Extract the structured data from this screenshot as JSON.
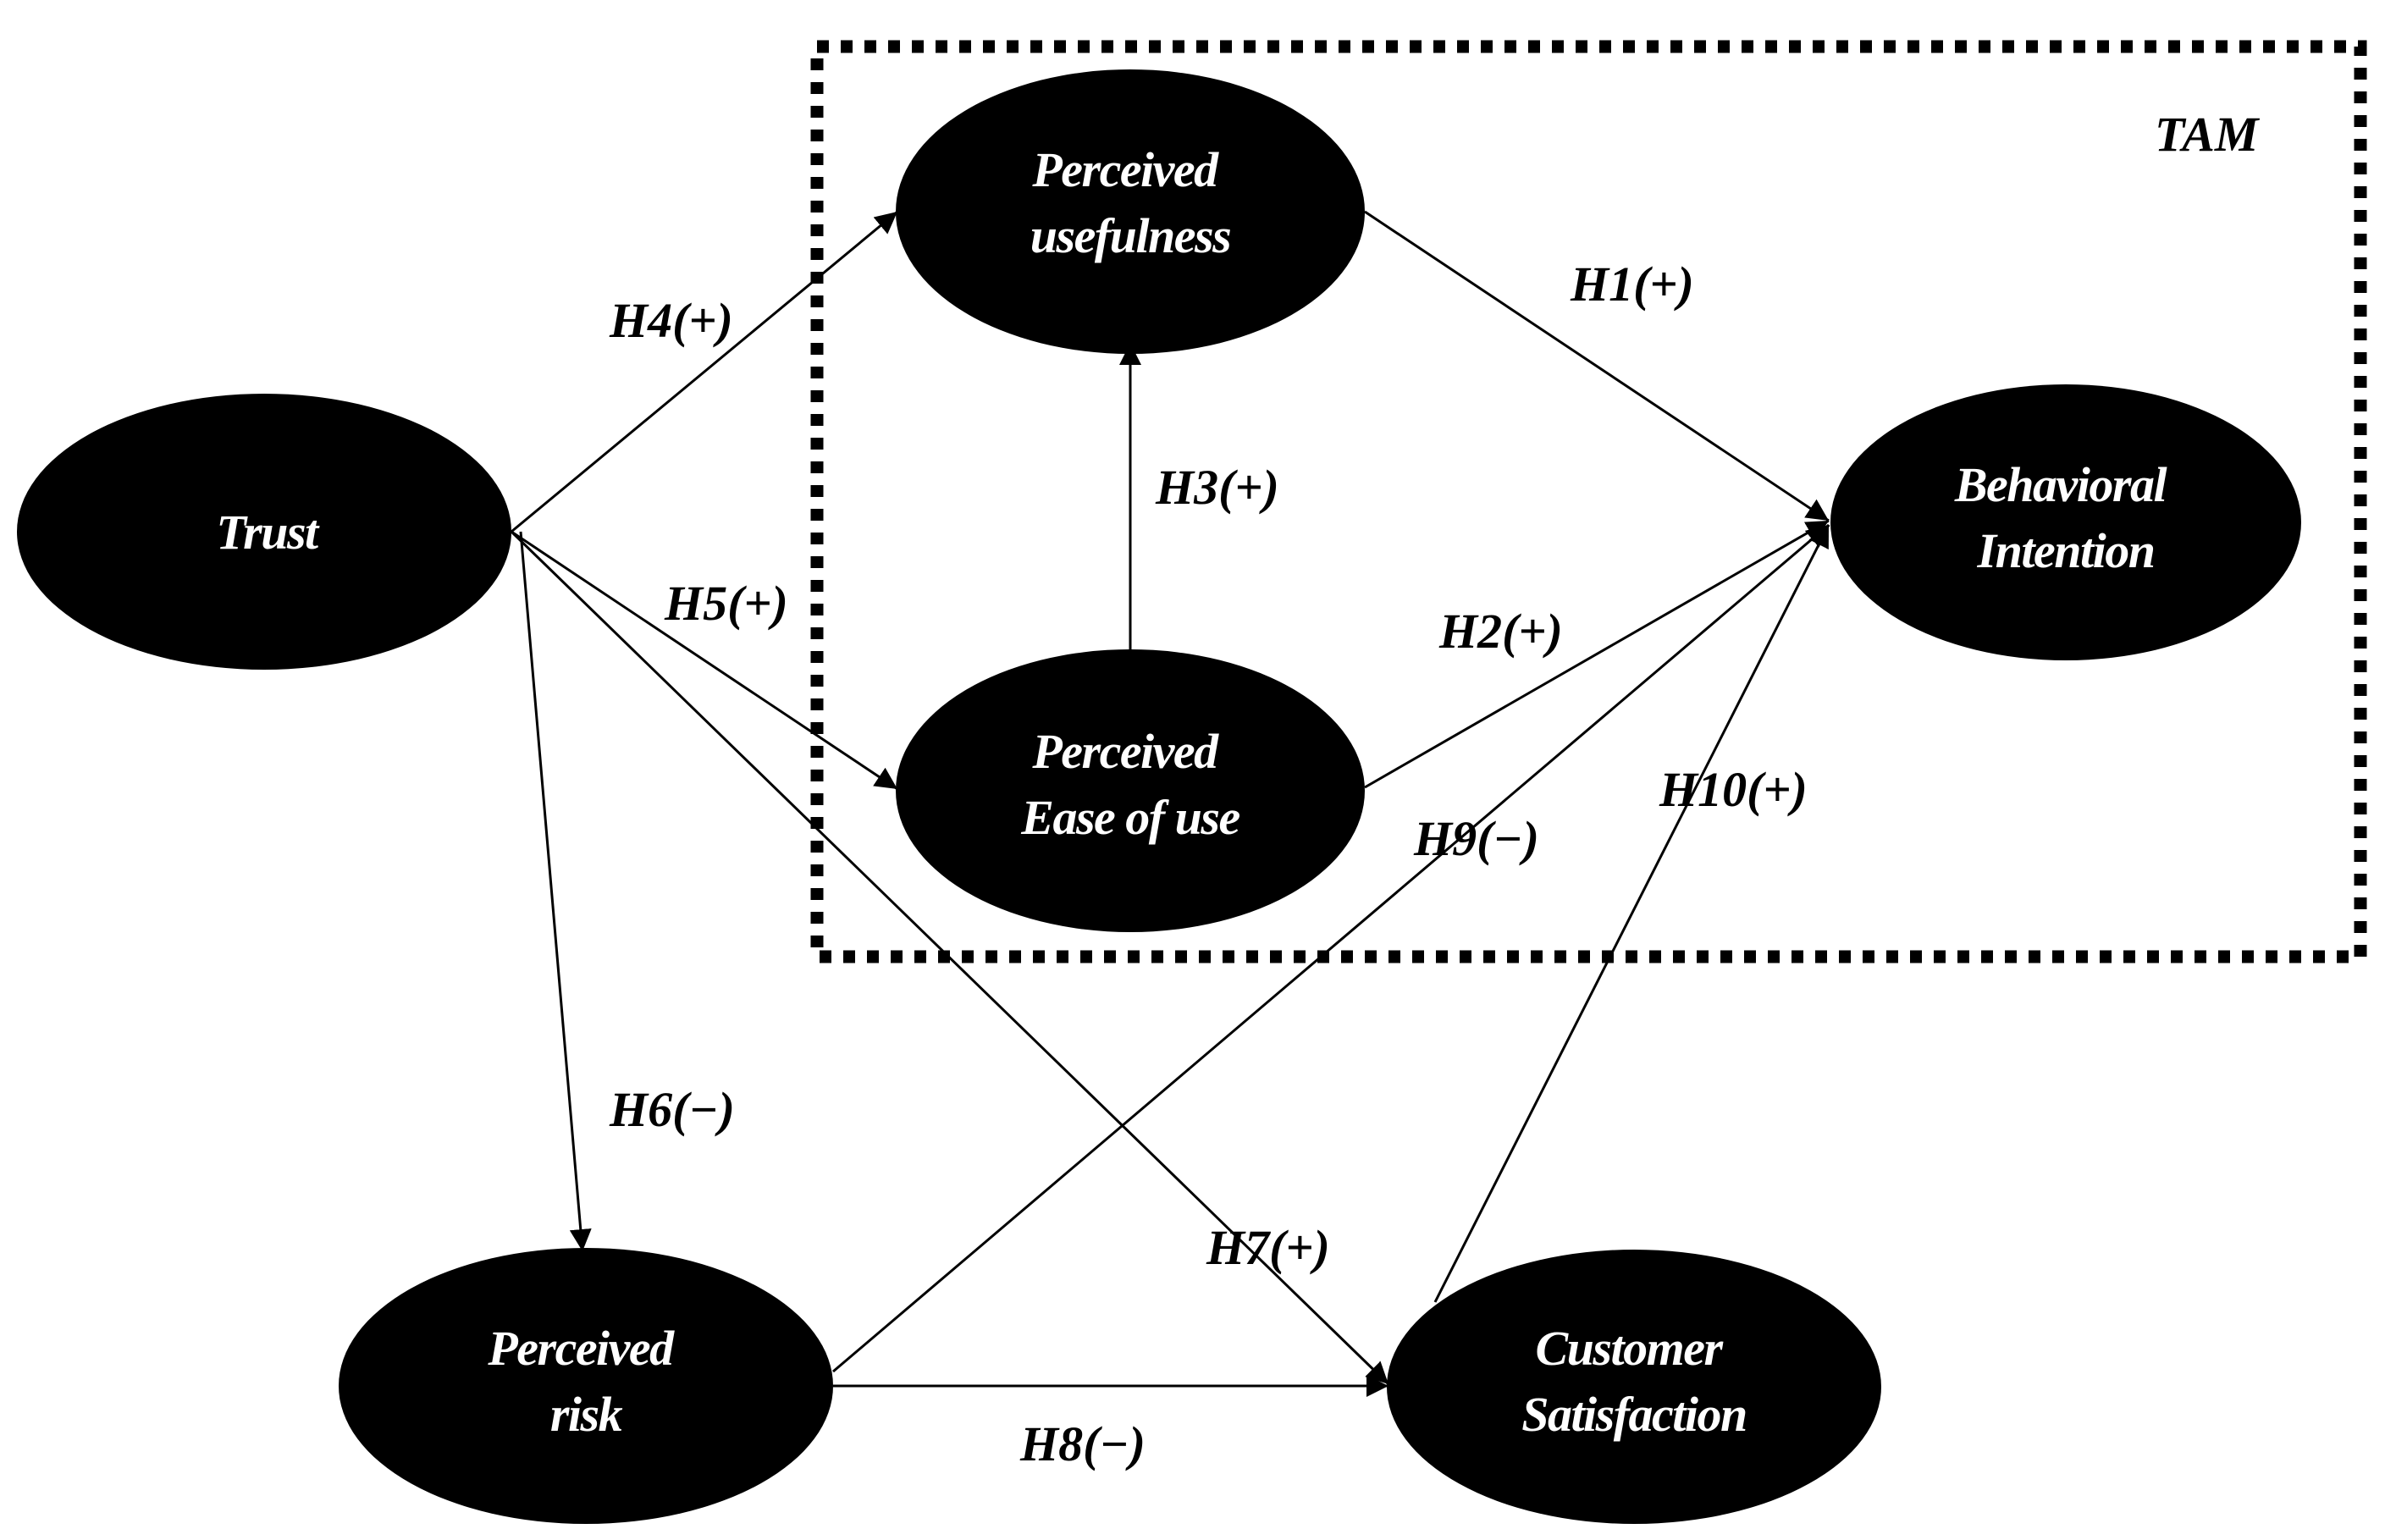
{
  "frame": {
    "label": "TAM"
  },
  "nodes": [
    {
      "id": "pu",
      "lines": [
        "Perceived",
        "usefulness"
      ]
    },
    {
      "id": "trust",
      "lines": [
        "Trust"
      ]
    },
    {
      "id": "bi",
      "lines": [
        "Behavioral",
        "Intention"
      ]
    },
    {
      "id": "peou",
      "lines": [
        "Perceived",
        "Ease of use"
      ]
    },
    {
      "id": "risk",
      "lines": [
        "Perceived",
        "risk"
      ]
    },
    {
      "id": "cs",
      "lines": [
        "Customer",
        "Satisfaction"
      ]
    }
  ],
  "edges": [
    {
      "from": "pu",
      "to": "bi",
      "label": "H1(+)"
    },
    {
      "from": "peou",
      "to": "bi",
      "label": "H2(+)"
    },
    {
      "from": "peou",
      "to": "pu",
      "label": "H3(+)"
    },
    {
      "from": "trust",
      "to": "pu",
      "label": "H4(+)"
    },
    {
      "from": "trust",
      "to": "peou",
      "label": "H5(+)"
    },
    {
      "from": "trust",
      "to": "risk",
      "label": "H6(−)"
    },
    {
      "from": "trust",
      "to": "cs",
      "label": "H7(+)"
    },
    {
      "from": "risk",
      "to": "cs",
      "label": "H8(−)"
    },
    {
      "from": "risk",
      "to": "bi",
      "label": "H9(−)"
    },
    {
      "from": "cs",
      "to": "bi",
      "label": "H10(+)"
    }
  ]
}
